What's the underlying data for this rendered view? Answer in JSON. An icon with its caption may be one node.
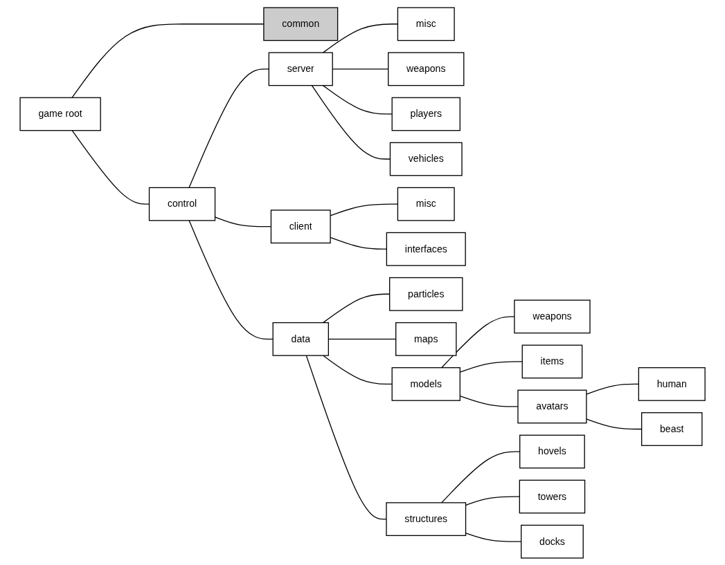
{
  "diagram": {
    "nodes": [
      {
        "text": [
          "game root"
        ]
      },
      {
        "text": [
          "common"
        ]
      },
      {
        "text": [
          "control"
        ]
      },
      {
        "text": [
          "data"
        ]
      },
      {
        "text": [
          "server"
        ]
      },
      {
        "text": [
          "misc"
        ]
      },
      {
        "text": [
          "weapons"
        ]
      },
      {
        "text": [
          "players"
        ]
      },
      {
        "text": [
          "vehicles"
        ]
      },
      {
        "text": [
          "client"
        ]
      },
      {
        "text": [
          "misc"
        ]
      },
      {
        "text": [
          "interfaces"
        ]
      },
      {
        "text": [
          "particles"
        ]
      },
      {
        "text": [
          "maps"
        ]
      },
      {
        "text": [
          "models"
        ]
      },
      {
        "text": [
          "structures"
        ]
      },
      {
        "text": [
          "weapons"
        ]
      },
      {
        "text": [
          "items"
        ]
      },
      {
        "text": [
          "avatars"
        ]
      },
      {
        "text": [
          "human"
        ]
      },
      {
        "text": [
          "beast"
        ]
      },
      {
        "text": [
          "hovels"
        ]
      },
      {
        "text": [
          "towers"
        ]
      },
      {
        "text": [
          "docks"
        ]
      }
    ],
    "edges": [
      {
        "from": 0,
        "to": 1,
        "arrow": "none"
      },
      {
        "from": 0,
        "to": 2,
        "arrow": "none"
      },
      {
        "from": 2,
        "to": 3,
        "arrow": "none"
      },
      {
        "from": 2,
        "to": 4,
        "arrow": "none"
      },
      {
        "from": 2,
        "to": 9,
        "arrow": "none"
      },
      {
        "from": 4,
        "to": 5,
        "arrow": "none"
      },
      {
        "from": 4,
        "to": 6,
        "arrow": "none"
      },
      {
        "from": 4,
        "to": 7,
        "arrow": "none"
      },
      {
        "from": 4,
        "to": 8,
        "arrow": "none"
      },
      {
        "from": 9,
        "to": 10,
        "arrow": "none"
      },
      {
        "from": 9,
        "to": 11,
        "arrow": "none"
      },
      {
        "from": 3,
        "to": 12,
        "arrow": "none"
      },
      {
        "from": 3,
        "to": 13,
        "arrow": "none"
      },
      {
        "from": 3,
        "to": 14,
        "arrow": "none"
      },
      {
        "from": 3,
        "to": 15,
        "arrow": "none"
      },
      {
        "from": 14,
        "to": 16,
        "arrow": "none"
      },
      {
        "from": 14,
        "to": 17,
        "arrow": "none"
      },
      {
        "from": 14,
        "to": 18,
        "arrow": "none"
      },
      {
        "from": 18,
        "to": 19,
        "arrow": "none"
      },
      {
        "from": 18,
        "to": 20,
        "arrow": "none"
      },
      {
        "from": 15,
        "to": 21,
        "arrow": "none"
      },
      {
        "from": 15,
        "to": 22,
        "arrow": "none"
      },
      {
        "from": 15,
        "to": 23,
        "arrow": "none"
      }
    ]
  }
}
